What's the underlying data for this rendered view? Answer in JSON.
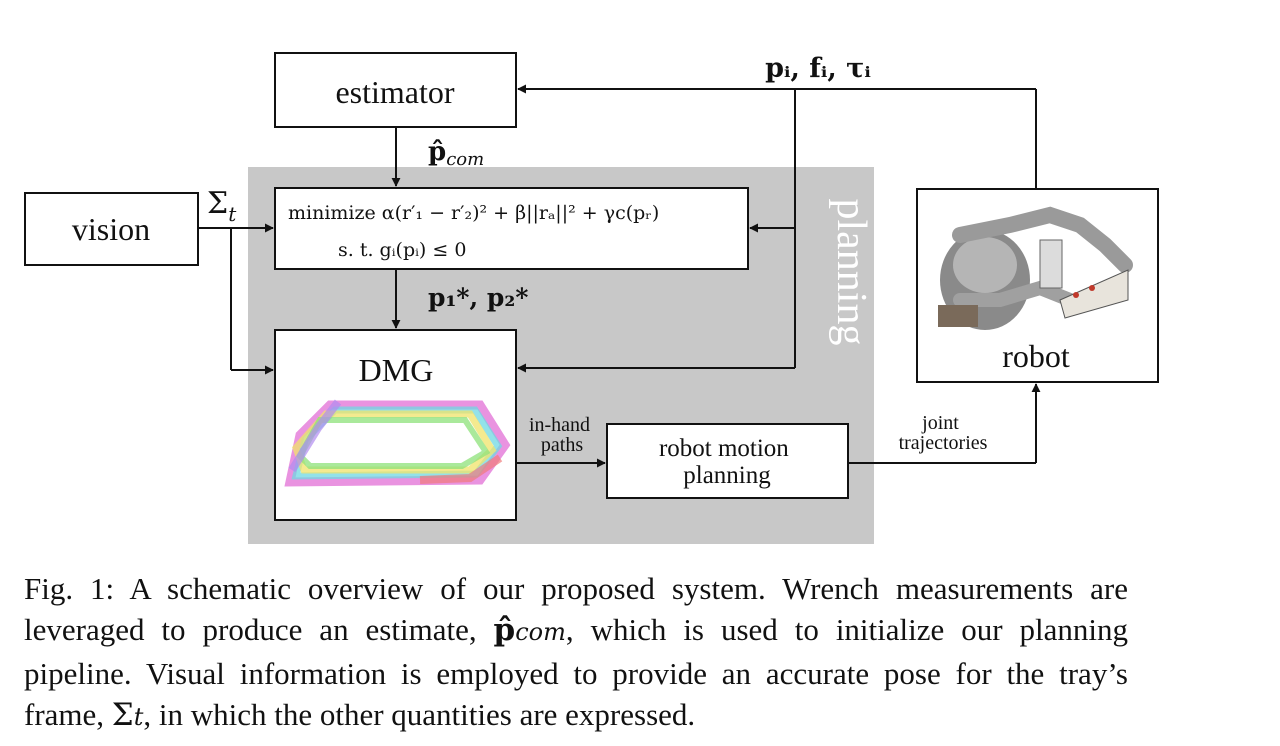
{
  "diagram": {
    "estimator_label": "estimator",
    "vision_label": "vision",
    "robot_label": "robot",
    "dmg_label": "DMG",
    "planning_label": "planning",
    "feedback_label": "pᵢ, fᵢ, τᵢ",
    "sigma_label": "Σ",
    "sigma_sub": "t",
    "pcom_label": "p̂",
    "pcom_sub": "com",
    "pstar_label": "p₁*, p₂*",
    "optimization_objective": "minimize α(r′₁ − r′₂)² + β||rₐ||² + γc(pᵣ)",
    "optimization_constraint": "s. t. gᵢ(pᵢ) ≤ 0",
    "in_hand_label": [
      "in-hand",
      "paths"
    ],
    "motion_planning_label": [
      "robot motion",
      "planning"
    ],
    "joint_label": [
      "joint",
      "trajectories"
    ]
  },
  "caption": {
    "prefix": "Fig. 1: A schematic overview of our proposed system. Wrench measurements are leveraged to produce an estimate,",
    "pcom": "p̂",
    "pcom_sub": "com",
    "middle": ", which is used to initialize our planning pipeline. Visual information is employed to provide an accurate pose for the tray’s frame,",
    "sigma": "Σ",
    "sigma_sub": "t",
    "suffix": ", in which the other quantities are expressed."
  },
  "colors": {
    "planning_region": "#c8c8c8",
    "planning_text": "#ffffff",
    "stroke": "#111111"
  }
}
